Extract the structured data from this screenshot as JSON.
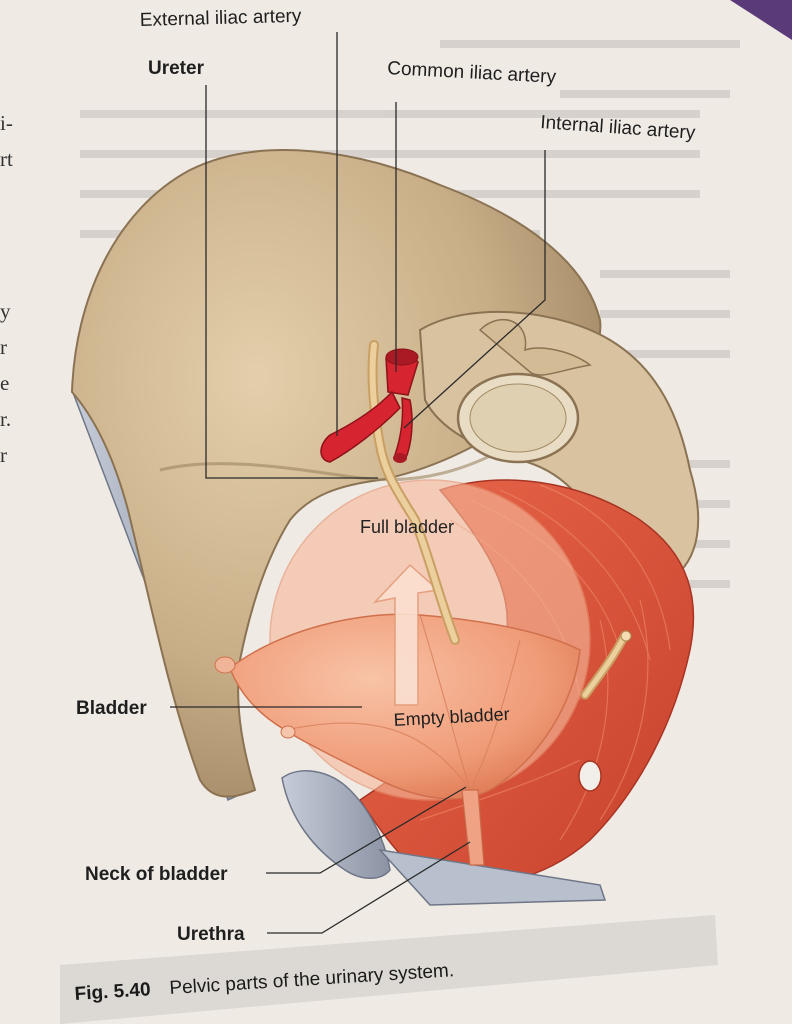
{
  "labels": {
    "external_iliac": "External iliac artery",
    "ureter": "Ureter",
    "common_iliac": "Common iliac artery",
    "internal_iliac": "Internal iliac artery",
    "full_bladder": "Full bladder",
    "empty_bladder": "Empty bladder",
    "bladder": "Bladder",
    "neck_of_bladder": "Neck of bladder",
    "urethra": "Urethra"
  },
  "caption": {
    "fig": "Fig. 5.40",
    "text": "Pelvic parts of the urinary system."
  },
  "left_margin_fragments": [
    "i-",
    "rt",
    "y",
    "r",
    "e",
    "r.",
    "r"
  ],
  "colors": {
    "bone": "#cdb58f",
    "bone_dark": "#a38a64",
    "bladder": "#f0a07e",
    "muscle": "#d8553a",
    "artery": "#d62430",
    "ureter": "#e2c08a",
    "cartilage": "#a9b1c0"
  }
}
